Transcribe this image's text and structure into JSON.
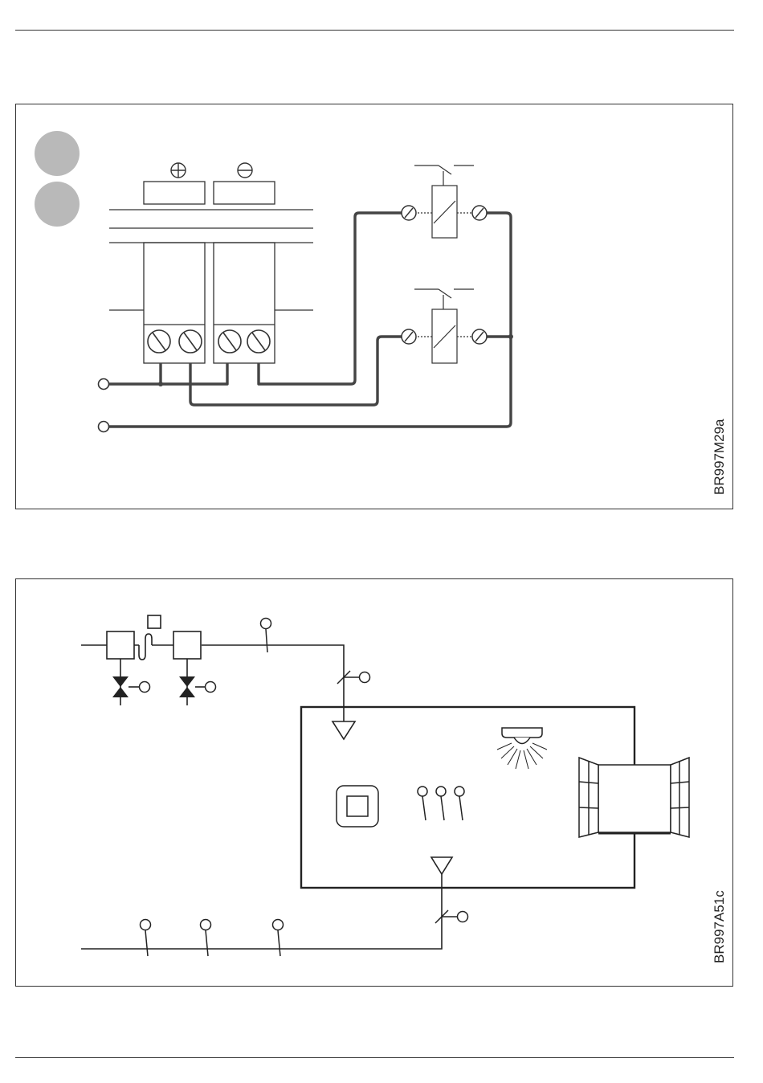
{
  "figures": [
    {
      "id": "wiring",
      "drawing_code": "BR997M29a"
    },
    {
      "id": "room-layout",
      "drawing_code": "BR997A51c"
    }
  ],
  "symbols": {
    "plus": "⊕",
    "minus": "⊖"
  }
}
